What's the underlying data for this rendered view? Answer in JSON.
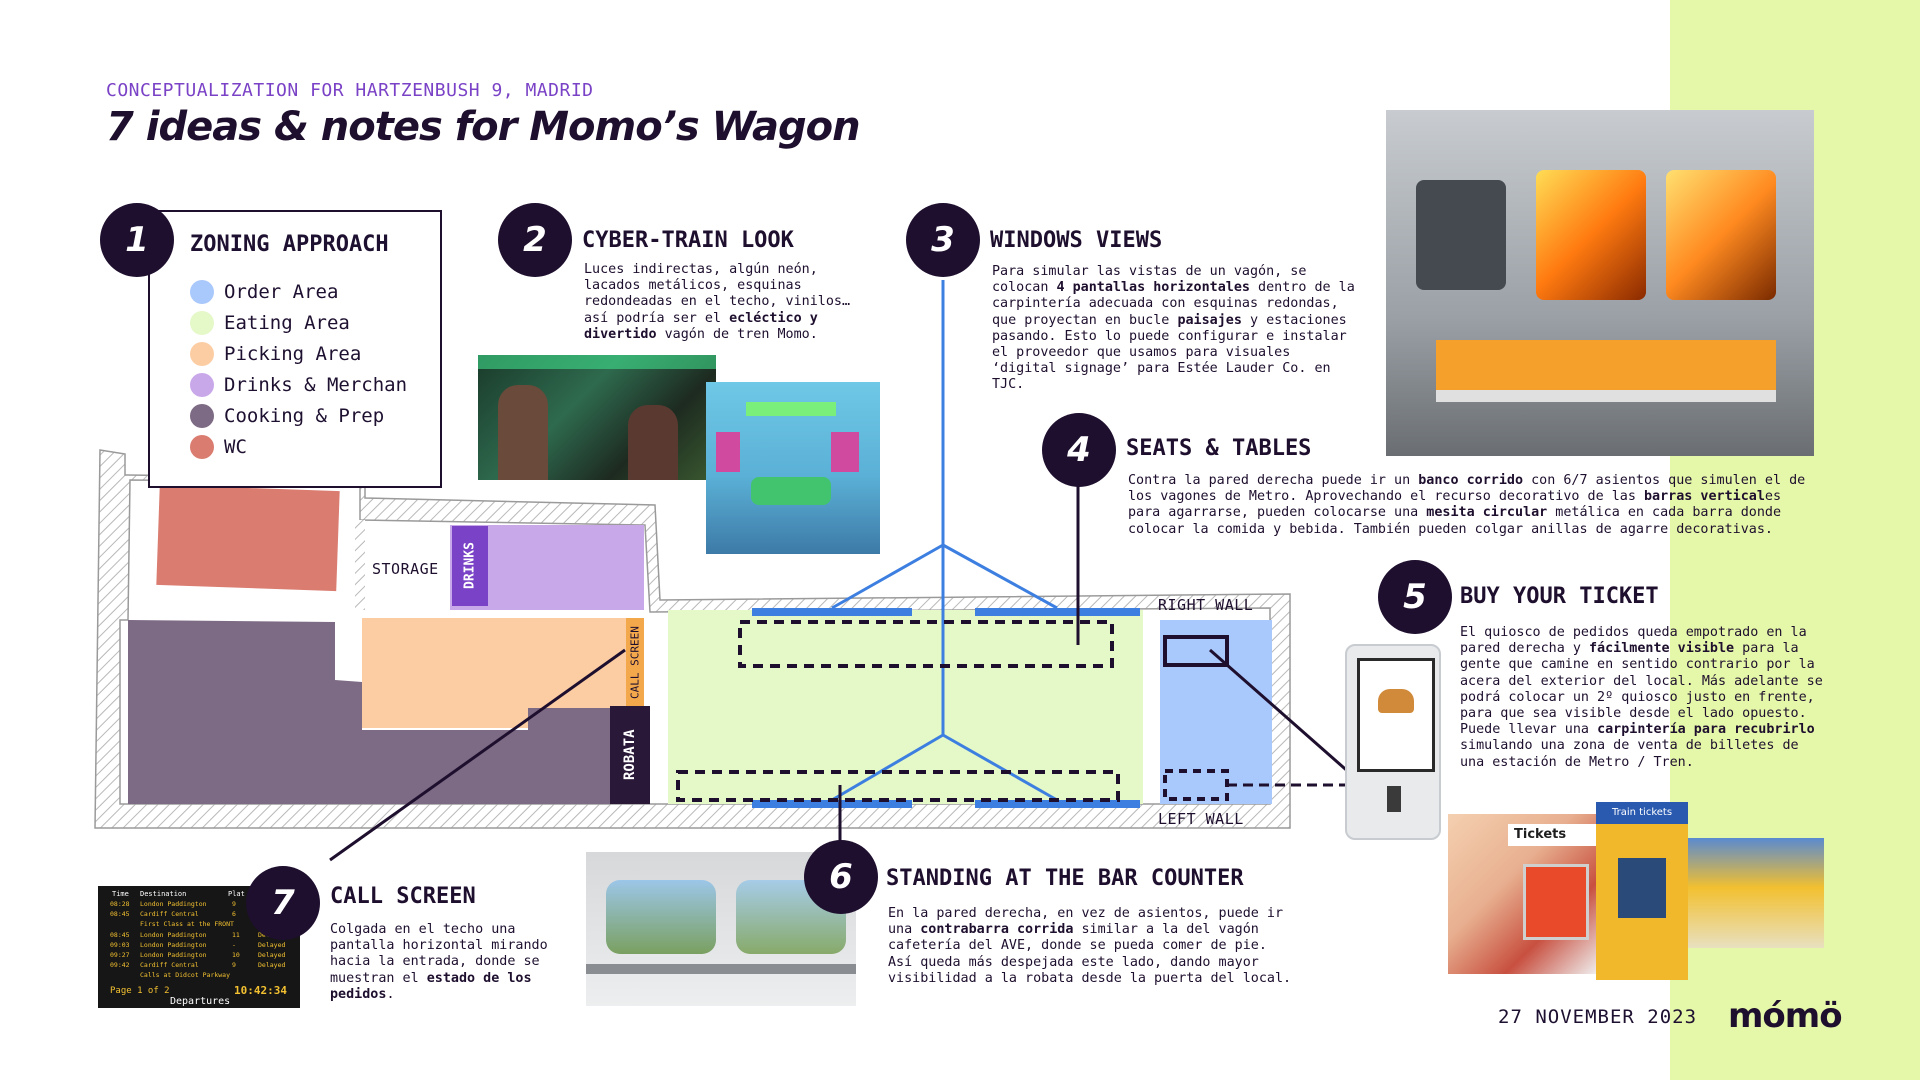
{
  "header": {
    "subtitle": "CONCEPTUALIZATION FOR HARTZENBUSH 9, MADRID",
    "title": "7 ideas & notes for Momo’s Wagon"
  },
  "colors": {
    "accent_green": "#e5f7a8",
    "dark": "#1e0f2e",
    "order_area": "#a9c8fb",
    "eating_area": "#e5f8c8",
    "picking_area": "#fccda3",
    "drinks_merchan": "#c9a8ea",
    "cooking_prep": "#7d6a84",
    "wc": "#da7c70",
    "line_blue": "#3d7fe0"
  },
  "legend": {
    "title": "ZONING APPROACH",
    "items": [
      {
        "label": "Order Area",
        "color": "#a9c8fb"
      },
      {
        "label": "Eating Area",
        "color": "#e5f8c8"
      },
      {
        "label": "Picking Area",
        "color": "#fccda3"
      },
      {
        "label": "Drinks & Merchan",
        "color": "#c9a8ea"
      },
      {
        "label": "Cooking & Prep",
        "color": "#7d6a84"
      },
      {
        "label": "WC",
        "color": "#da7c70"
      }
    ]
  },
  "sections": {
    "s1": {
      "num": "1"
    },
    "s2": {
      "num": "2",
      "title": "CYBER-TRAIN LOOK",
      "t1": "Luces indirectas, algún neón, lacados metálicos, esquinas redondeadas en el techo, vinilos… así podría ser el ",
      "b1": "ecléctico y divertido",
      "t2": " vagón de tren Momo."
    },
    "s3": {
      "num": "3",
      "title": "WINDOWS VIEWS",
      "t1": "Para simular las vistas de un vagón, se colocan ",
      "b1": "4 pantallas horizontales",
      "t2": " dentro de la carpintería adecuada con esquinas redondas, que proyectan en bucle ",
      "b2": "paisajes",
      "t3": " y estaciones pasando. Esto lo puede configurar e instalar el proveedor que usamos para visuales ‘digital signage’ para Estée Lauder Co. en TJC."
    },
    "s4": {
      "num": "4",
      "title": "SEATS & TABLES",
      "t1": "Contra la pared derecha puede ir un ",
      "b1": "banco corrido",
      "t2": " con 6/7 asientos que simulen el de los vagones de Metro. Aprovechando el recurso decorativo de las ",
      "b2": "barras vertical",
      "t3": "es para agarrarse, pueden colocarse una ",
      "b3": "mesita circular",
      "t4": " metálica en cada barra donde colocar la comida y bebida. También pueden colgar anillas de agarre decorativas."
    },
    "s5": {
      "num": "5",
      "title": "BUY YOUR TICKET",
      "t1": "El quiosco de pedidos queda empotrado en la pared derecha y ",
      "b1": "fácilmente visible",
      "t2": " para la gente que camine en sentido contrario por la acera del exterior del local. Más adelante se podrá colocar un 2º quiosco justo en frente, para que sea visible desde el lado opuesto.",
      "t3": "Puede llevar una ",
      "b2": "carpintería para recubrirlo",
      "t4": " simulando una zona de venta de billetes de una estación de Metro / Tren."
    },
    "s6": {
      "num": "6",
      "title": "STANDING AT THE BAR COUNTER",
      "t1": "En la pared derecha, en vez de asientos, puede ir una ",
      "b1": "contrabarra corrida",
      "t2": " similar a la del vagón cafetería del AVE, donde se pueda comer de pie. Así queda más despejada este lado, dando mayor visibilidad a la robata desde la puerta del local."
    },
    "s7": {
      "num": "7",
      "title": "CALL SCREEN",
      "t1": "Colgada en el techo una pantalla horizontal mirando hacia la entrada, donde se muestran el ",
      "b1": "estado de los pedidos",
      "t2": "."
    }
  },
  "map": {
    "storage": "STORAGE",
    "drinks": "DRINKS",
    "call_screen": "CALL SCREEN",
    "robata": "ROBATA",
    "right_wall": "RIGHT WALL",
    "left_wall": "LEFT WALL"
  },
  "board": {
    "head_time": "Time",
    "head_dest": "Destination",
    "head_plat": "Plat",
    "rows": [
      {
        "time": "08:28",
        "dest": "London Paddington",
        "plat": "9",
        "status": ""
      },
      {
        "time": "08:45",
        "dest": "Cardiff Central",
        "plat": "6",
        "status": ""
      },
      {
        "time": "",
        "dest": "First Class at the FRONT",
        "plat": "",
        "status": ""
      },
      {
        "time": "08:45",
        "dest": "London Paddington",
        "plat": "11",
        "status": "Delayed"
      },
      {
        "time": "09:03",
        "dest": "London Paddington",
        "plat": "-",
        "status": "Delayed"
      },
      {
        "time": "09:27",
        "dest": "London Paddington",
        "plat": "10",
        "status": "Delayed"
      },
      {
        "time": "09:42",
        "dest": "Cardiff Central",
        "plat": "9",
        "status": "Delayed"
      },
      {
        "time": "",
        "dest": "Calls at Didcot Parkway",
        "plat": "",
        "status": ""
      }
    ],
    "page": "Page 1 of 2",
    "clock": "10:42:34",
    "departures": "Departures"
  },
  "photos": {
    "tickets_sign": "Tickets",
    "train_tickets_sign": "Train tickets"
  },
  "footer": {
    "date": "27 NOVEMBER 2023",
    "logo": "mómö"
  }
}
